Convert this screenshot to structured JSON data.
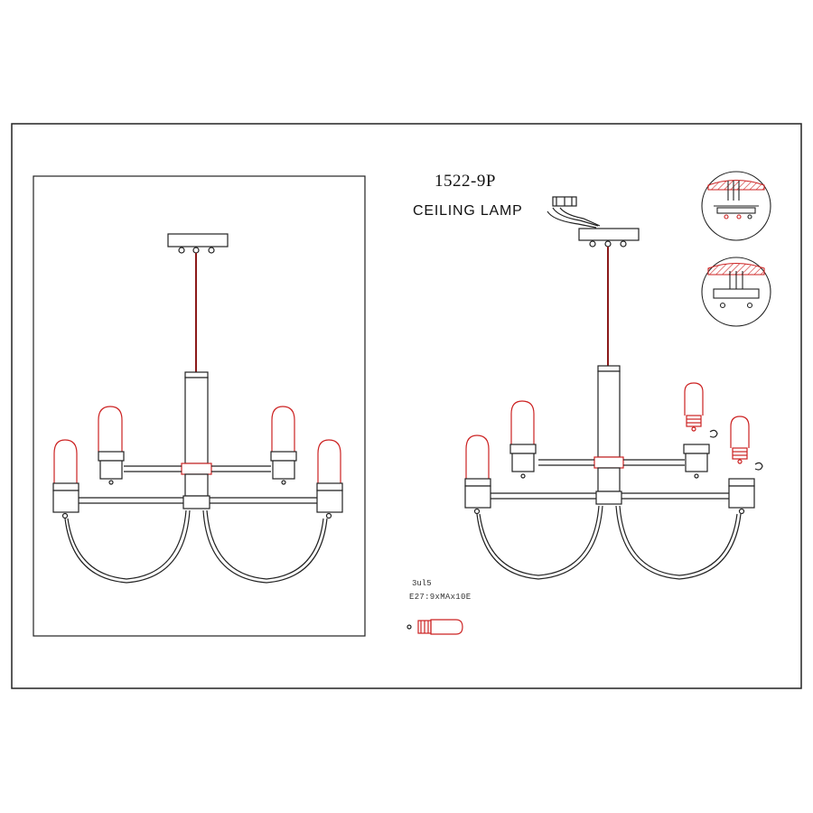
{
  "drawing": {
    "model": "1522-9P",
    "type": "CEILING LAMP",
    "bulb_qty": "3ul5",
    "bulb_spec": "E27:9xMAx10E"
  },
  "colors": {
    "line": "#222222",
    "accent": "#cc2222",
    "rod": "#8b1a1a",
    "paper": "#ffffff"
  },
  "icons": [
    "ceiling-lamp-drawing",
    "exploded-view-drawing",
    "wiring-detail-icon",
    "bulb-icon",
    "hook-icon"
  ]
}
